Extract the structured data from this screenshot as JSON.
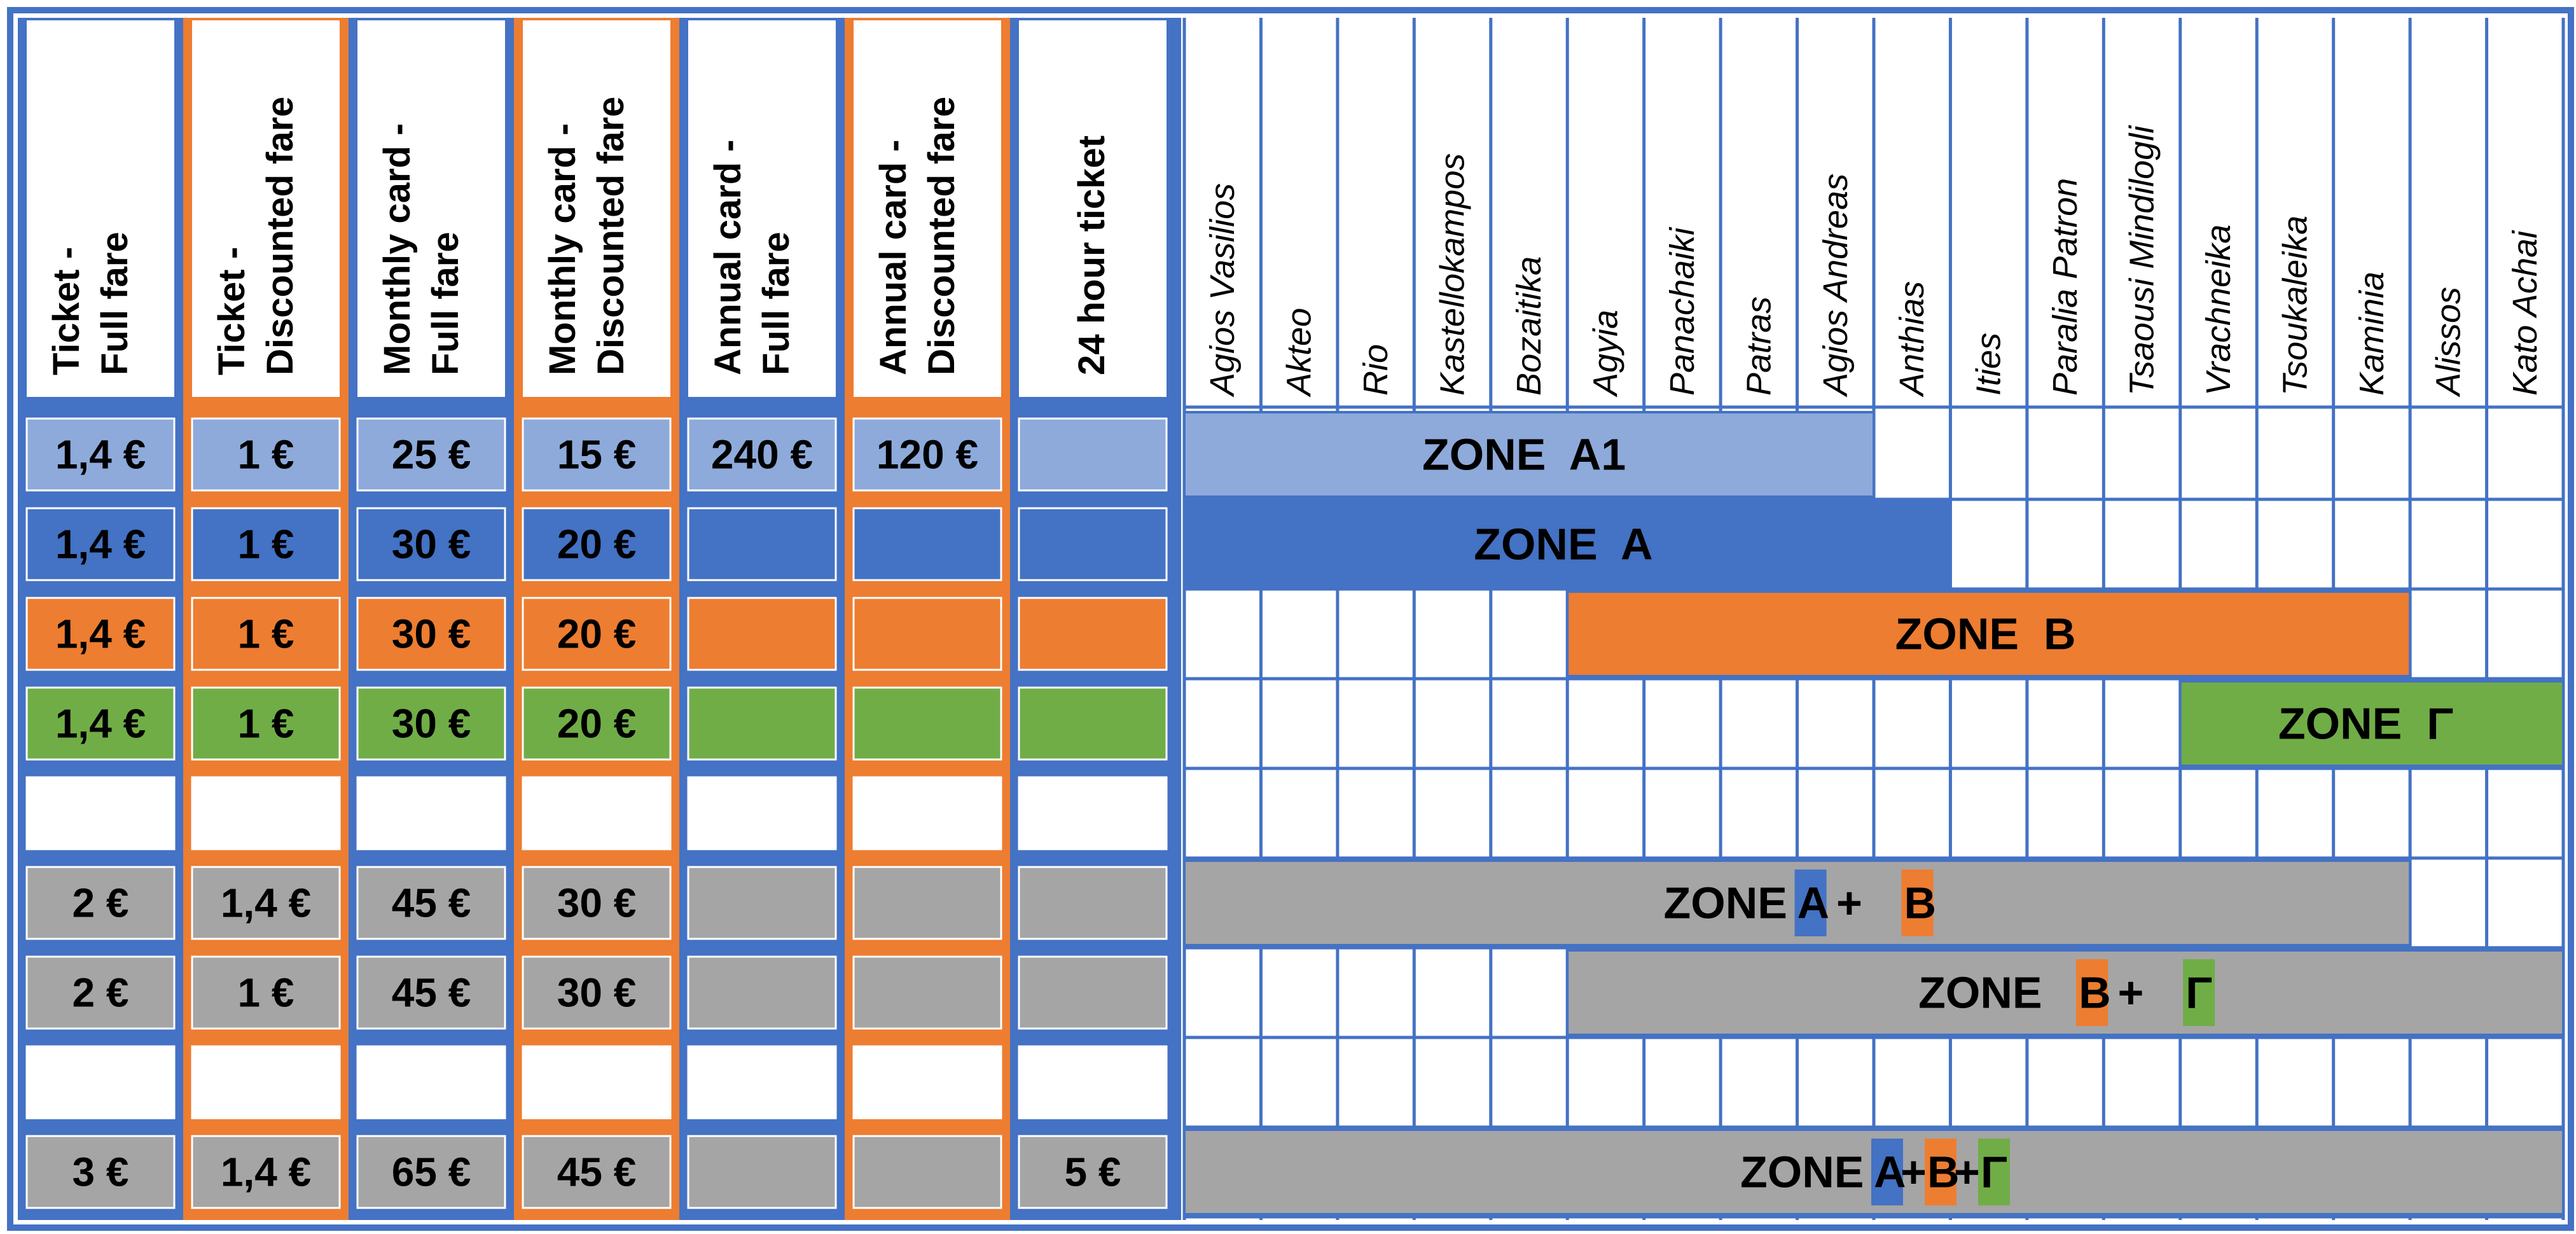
{
  "colors": {
    "light_blue": "#8eaadb",
    "blue": "#4472c4",
    "orange": "#ed7d31",
    "green": "#70ad47",
    "gray": "#a5a5a5",
    "border_blue": "#4472c4",
    "text": "#000000"
  },
  "fare_headers": [
    {
      "line1": "Ticket -",
      "line2": "Full fare"
    },
    {
      "line1": "Ticket -",
      "line2": "Discounted fare"
    },
    {
      "line1": "Monthly card -",
      "line2": "Full fare"
    },
    {
      "line1": "Monthly card -",
      "line2": "Discounted fare"
    },
    {
      "line1": "Annual card -",
      "line2": "Full fare"
    },
    {
      "line1": "Annual card -",
      "line2": "Discounted fare"
    },
    {
      "line1": "24 hour ticket",
      "line2": ""
    }
  ],
  "stations": [
    "Agios Vasilios",
    "Akteo",
    "Rio",
    "Kastellokampos",
    "Bozaitika",
    "Agyia",
    "Panachaiki",
    "Patras",
    "Agios Andreas",
    "Anthias",
    "Ities",
    "Paralia Patron",
    "Tsaousi Mindilogli",
    "Vrachneika",
    "Tsoukaleika",
    "Kaminia",
    "Alissos",
    "Kato Achai"
  ],
  "fare_rows": [
    {
      "color": "light_blue",
      "prices": [
        "1,4 €",
        "1 €",
        "25 €",
        "15 €",
        "240 €",
        "120 €",
        ""
      ]
    },
    {
      "color": "blue",
      "prices": [
        "1,4 €",
        "1 €",
        "30 €",
        "20 €",
        "",
        "",
        ""
      ]
    },
    {
      "color": "orange",
      "prices": [
        "1,4 €",
        "1 €",
        "30 €",
        "20 €",
        "",
        "",
        ""
      ]
    },
    {
      "color": "green",
      "prices": [
        "1,4 €",
        "1 €",
        "30 €",
        "20 €",
        "",
        "",
        ""
      ]
    },
    {
      "color": "none",
      "prices": [
        "",
        "",
        "",
        "",
        "",
        "",
        ""
      ]
    },
    {
      "color": "gray",
      "prices": [
        "2 €",
        "1,4 €",
        "45 €",
        "30 €",
        "",
        "",
        ""
      ]
    },
    {
      "color": "gray",
      "prices": [
        "2 €",
        "1 €",
        "45 €",
        "30 €",
        "",
        "",
        ""
      ]
    },
    {
      "color": "none",
      "prices": [
        "",
        "",
        "",
        "",
        "",
        "",
        ""
      ]
    },
    {
      "color": "gray",
      "prices": [
        "3 €",
        "1,4 €",
        "65 €",
        "45 €",
        "",
        "",
        "5 €"
      ]
    }
  ],
  "zones": [
    {
      "row": 0,
      "start": 0,
      "end": 8,
      "color": "light_blue",
      "parts": [
        {
          "text": "ZONE  A1",
          "hl": ""
        }
      ]
    },
    {
      "row": 1,
      "start": 0,
      "end": 9,
      "color": "blue",
      "parts": [
        {
          "text": "ZONE  A",
          "hl": ""
        }
      ]
    },
    {
      "row": 2,
      "start": 5,
      "end": 15,
      "color": "orange",
      "parts": [
        {
          "text": "ZONE  B",
          "hl": ""
        }
      ]
    },
    {
      "row": 3,
      "start": 13,
      "end": 17,
      "color": "green",
      "parts": [
        {
          "text": "ZONE  Γ",
          "hl": ""
        }
      ]
    },
    {
      "row": 5,
      "start": 0,
      "end": 15,
      "color": "gray",
      "parts": [
        {
          "text": "ZONE ",
          "hl": ""
        },
        {
          "text": "A",
          "hl": "blue"
        },
        {
          "text": " + ",
          "hl": ""
        },
        {
          "text": "B",
          "hl": "orange"
        }
      ]
    },
    {
      "row": 6,
      "start": 5,
      "end": 17,
      "color": "gray",
      "parts": [
        {
          "text": "ZONE  ",
          "hl": ""
        },
        {
          "text": "B",
          "hl": "orange"
        },
        {
          "text": " + ",
          "hl": ""
        },
        {
          "text": "Γ",
          "hl": "green"
        }
      ]
    },
    {
      "row": 8,
      "start": 0,
      "end": 17,
      "color": "gray",
      "parts": [
        {
          "text": "ZONE ",
          "hl": ""
        },
        {
          "text": "A",
          "hl": "blue"
        },
        {
          "text": "+",
          "hl": ""
        },
        {
          "text": "B",
          "hl": "orange"
        },
        {
          "text": "+",
          "hl": ""
        },
        {
          "text": "Γ",
          "hl": "green"
        }
      ]
    }
  ]
}
